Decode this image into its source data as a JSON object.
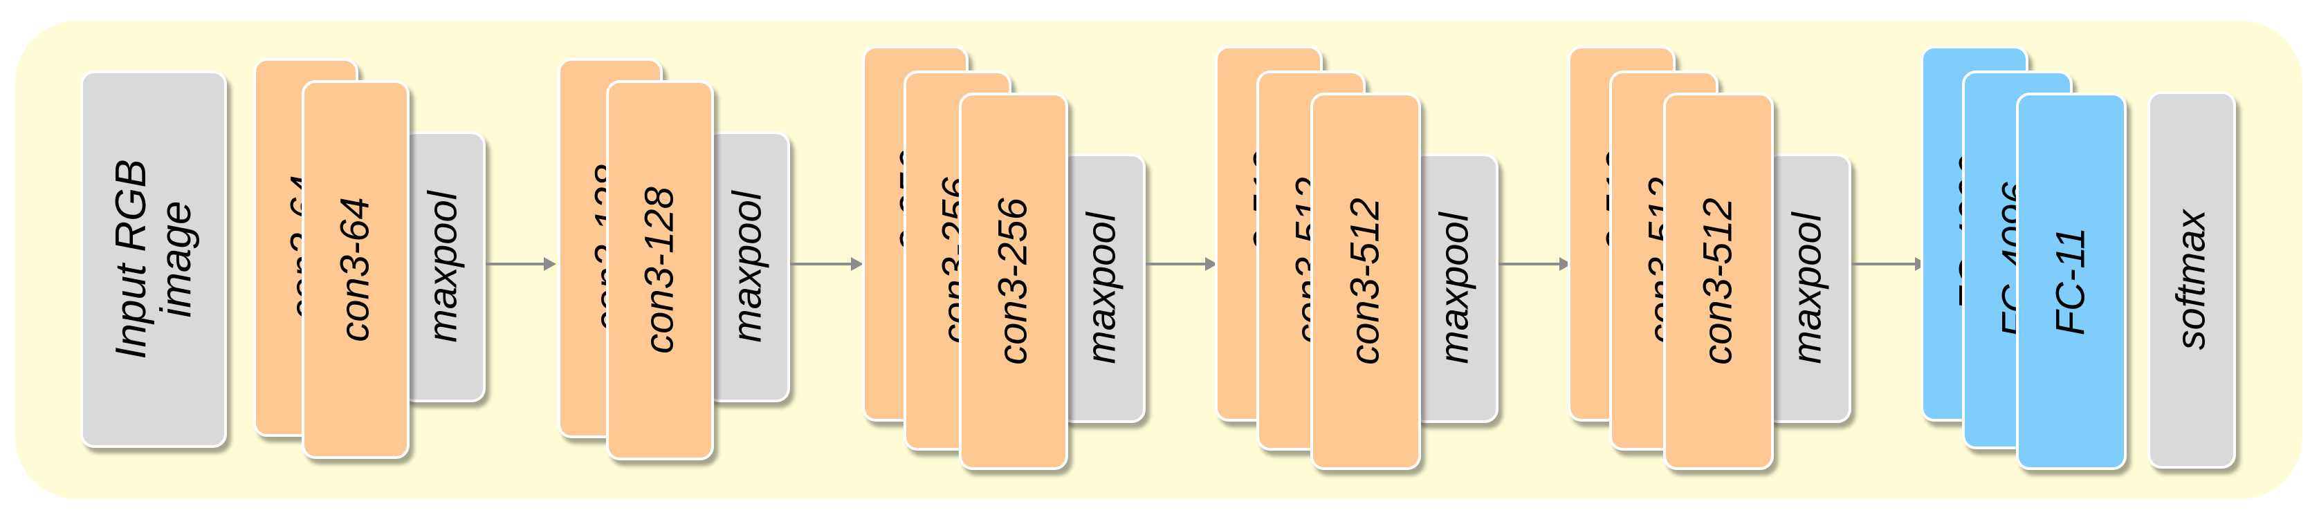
{
  "colors": {
    "panel_background": "#fdfcd6",
    "conv_block": "#fec894",
    "pool_block": "#d9d9d9",
    "fc_block": "#7fcdfc",
    "arrow": "#8c8c8c"
  },
  "input": {
    "line1": "Input RGB",
    "line2": "image"
  },
  "block1": {
    "conv_back": "con3-64",
    "conv_front": "con3-64",
    "pool": "maxpool"
  },
  "block2": {
    "conv_back": "con3-128",
    "conv_front": "con3-128",
    "pool": "maxpool"
  },
  "block3": {
    "conv_1": "con3-256",
    "conv_2": "con3-256",
    "conv_3": "con3-256",
    "pool": "maxpool"
  },
  "block4": {
    "conv_1": "con3-512",
    "conv_2": "con3-512",
    "conv_3": "con3-512",
    "pool": "maxpool"
  },
  "block5": {
    "conv_1": "con3-512",
    "conv_2": "con3-512",
    "conv_3": "con3-512",
    "pool": "maxpool"
  },
  "classifier": {
    "fc_1": "FC-4096",
    "fc_2": "FC-4096",
    "fc_3": "FC-11",
    "softmax": "softmax"
  }
}
